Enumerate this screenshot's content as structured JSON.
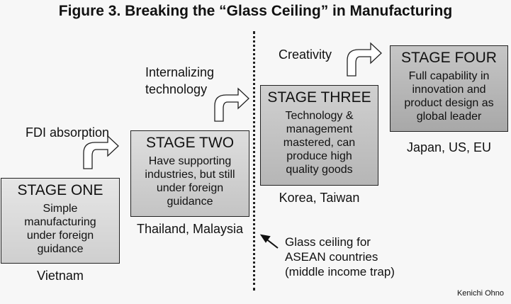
{
  "title": "Figure 3.  Breaking the “Glass Ceiling” in Manufacturing",
  "stages": [
    {
      "heading": "STAGE ONE",
      "desc": "Simple manufacturing under foreign guidance",
      "countries": "Vietnam",
      "fill": "#dcdcdc"
    },
    {
      "heading": "STAGE TWO",
      "desc": "Have supporting industries, but still under foreign guidance",
      "countries": "Thailand, Malaysia",
      "fill": "#d0d0d0"
    },
    {
      "heading": "STAGE THREE",
      "desc": "Technology & management mastered, can produce high quality goods",
      "countries": "Korea, Taiwan",
      "fill": "#c2c2c2"
    },
    {
      "heading": "STAGE FOUR",
      "desc": "Full capability in innovation and product design as global leader",
      "countries": "Japan, US, EU",
      "fill": "#b4b4b4"
    }
  ],
  "transitions": [
    "FDI absorption",
    "Internalizing technology",
    "Creativity"
  ],
  "ceiling_note": "Glass ceiling for ASEAN countries (middle income trap)",
  "author": "Kenichi Ohno"
}
